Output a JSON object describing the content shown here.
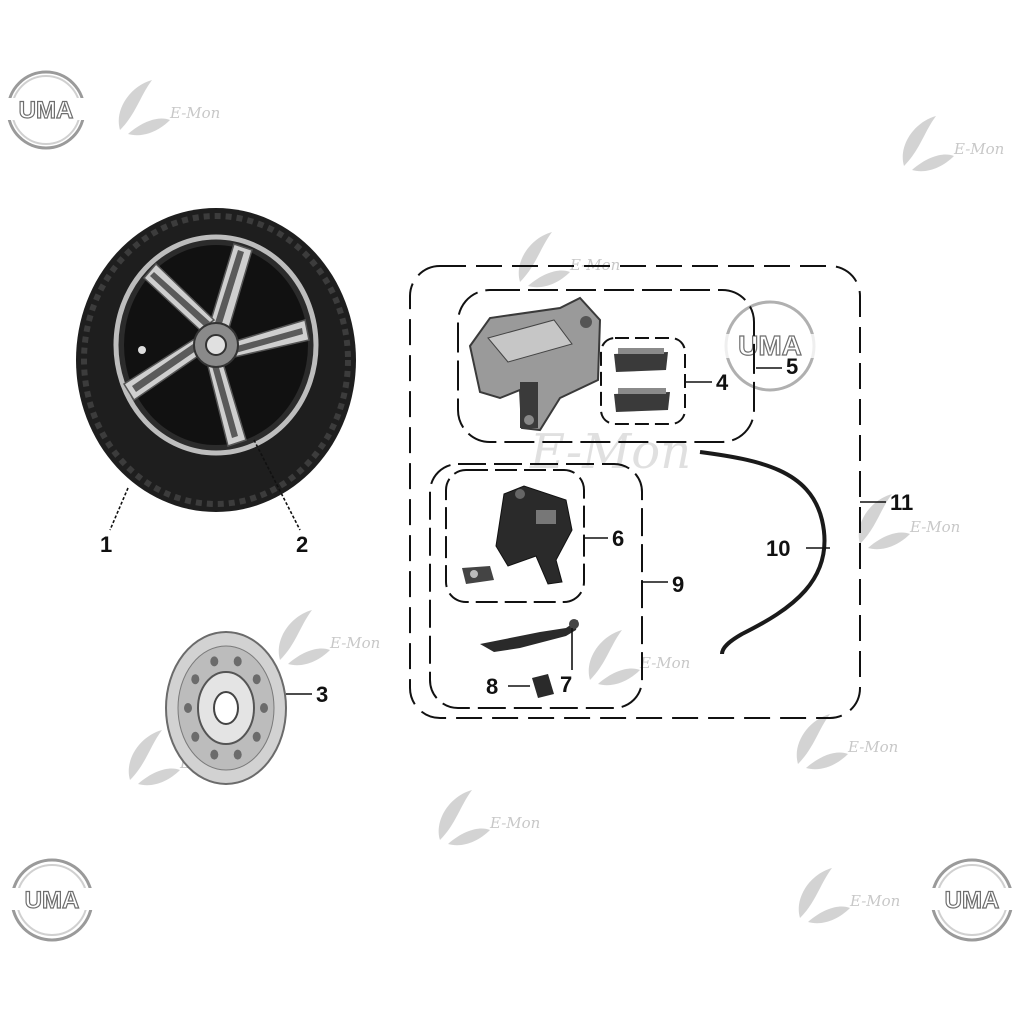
{
  "brand": {
    "logo_text": "UMA",
    "watermark_text": "E-Mon"
  },
  "callouts": [
    {
      "id": "1",
      "label": "1"
    },
    {
      "id": "2",
      "label": "2"
    },
    {
      "id": "3",
      "label": "3"
    },
    {
      "id": "4",
      "label": "4"
    },
    {
      "id": "5",
      "label": "5"
    },
    {
      "id": "6",
      "label": "6"
    },
    {
      "id": "7",
      "label": "7"
    },
    {
      "id": "8",
      "label": "8"
    },
    {
      "id": "9",
      "label": "9"
    },
    {
      "id": "10",
      "label": "10"
    },
    {
      "id": "11",
      "label": "11"
    }
  ],
  "colors": {
    "line": "#111111",
    "metal": "#9a9a9a",
    "tire": "#1e1e1e",
    "watermark": "#c8c8c8"
  }
}
